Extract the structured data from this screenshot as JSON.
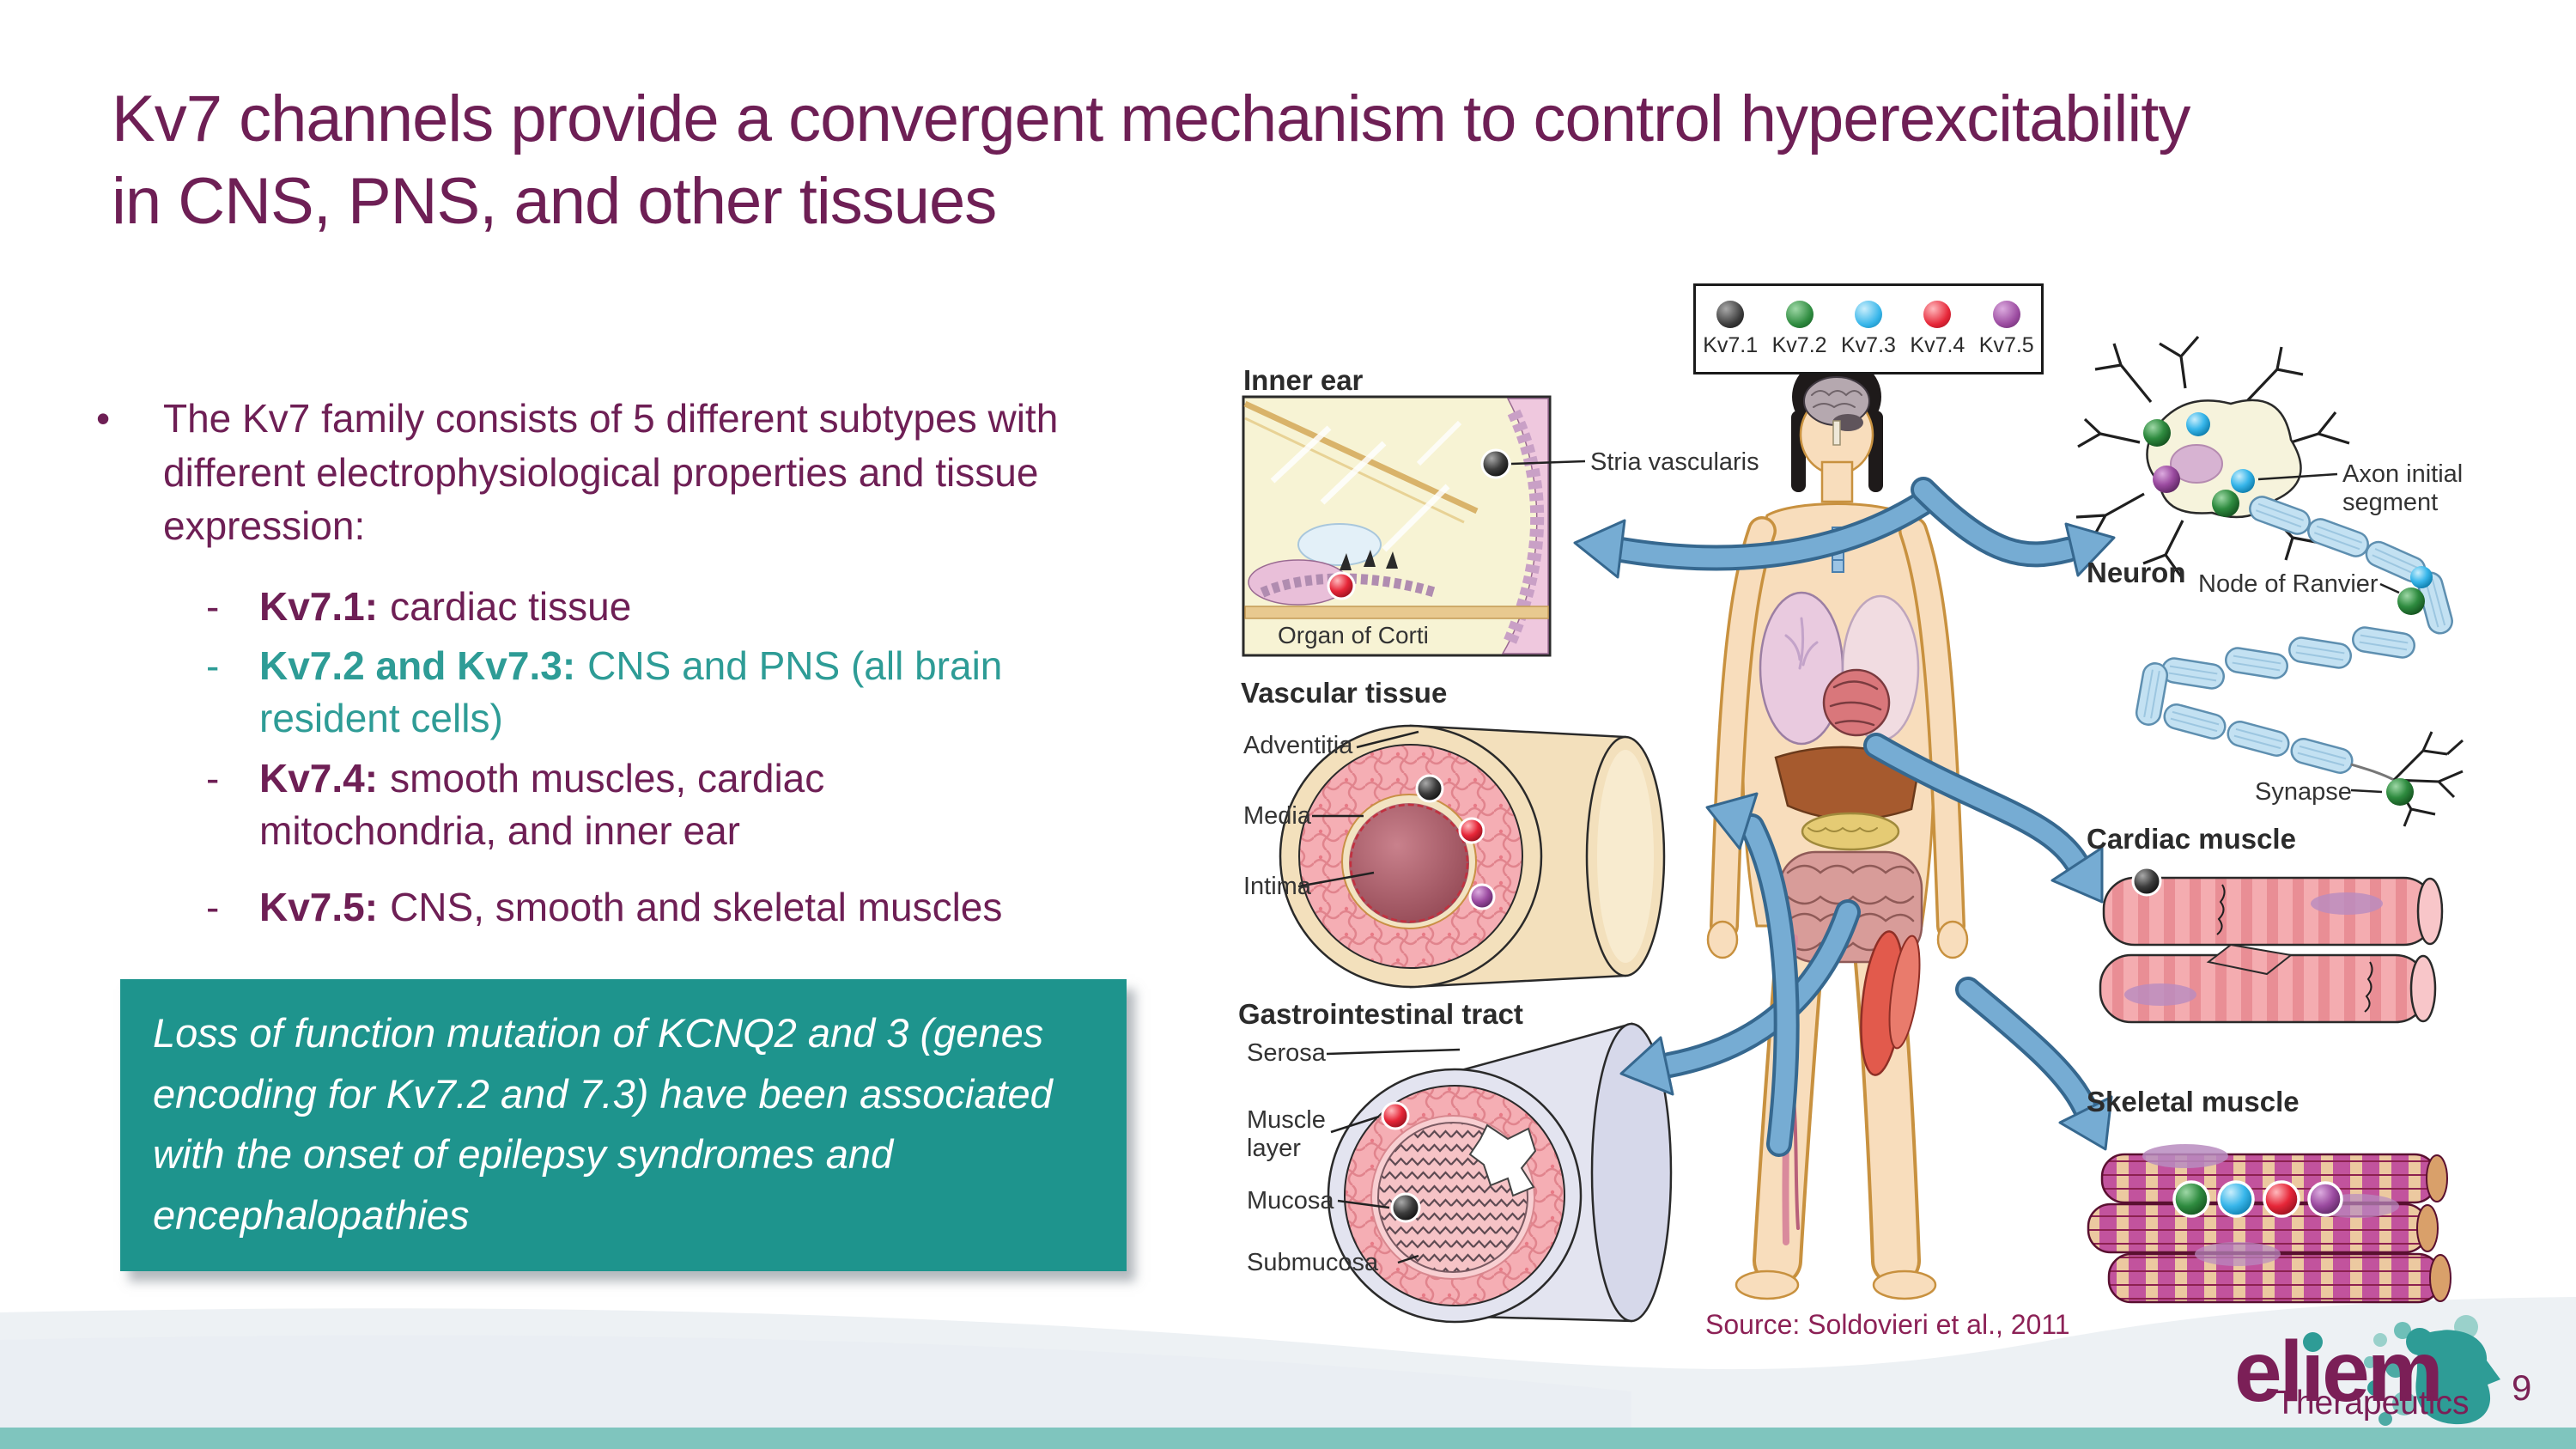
{
  "slide": {
    "title": "Kv7 channels provide a convergent mechanism to control hyperexcitability in CNS, PNS, and other tissues",
    "source": "Source: Soldovieri et al., 2011",
    "page_number": "9"
  },
  "bullets": {
    "marker": "•",
    "dash": "-",
    "intro": "The Kv7 family consists of 5 different subtypes with different electrophysiological properties and tissue expression:",
    "items": [
      {
        "label": "Kv7.1:",
        "text": "cardiac tissue"
      },
      {
        "label": "Kv7.2 and Kv7.3:",
        "text": "CNS and PNS (all brain resident cells)"
      },
      {
        "label": "Kv7.4:",
        "text": "smooth muscles, cardiac mitochondria, and inner ear"
      },
      {
        "label": "Kv7.5:",
        "text": "CNS, smooth and skeletal muscles"
      }
    ]
  },
  "callout": {
    "text": "Loss of function mutation of KCNQ2 and 3 (genes encoding for Kv7.2 and 7.3) have been associated with the onset of epilepsy syndromes and encephalopathies"
  },
  "legend": {
    "items": [
      {
        "label": "Kv7.1",
        "color": "#3C3C3C"
      },
      {
        "label": "Kv7.2",
        "color": "#2E8B3F"
      },
      {
        "label": "Kv7.3",
        "color": "#38B6EA"
      },
      {
        "label": "Kv7.4",
        "color": "#E62638"
      },
      {
        "label": "Kv7.5",
        "color": "#9B4BA0"
      }
    ]
  },
  "figure": {
    "inner_ear": {
      "title": "Inner ear",
      "stria": "Stria vascularis",
      "organ": "Organ of Corti"
    },
    "vascular": {
      "title": "Vascular tissue",
      "adventitia": "Adventitia",
      "media": "Media",
      "intima": "Intima"
    },
    "gi": {
      "title": "Gastrointestinal tract",
      "serosa": "Serosa",
      "muscle_layer": "Muscle layer",
      "mucosa": "Mucosa",
      "submucosa": "Submucosa"
    },
    "neuron": {
      "title": "Neuron",
      "axon_initial_segment": "Axon initial segment",
      "node_of_ranvier": "Node of Ranvier",
      "synapse": "Synapse"
    },
    "cardiac": {
      "title": "Cardiac muscle"
    },
    "skeletal": {
      "title": "Skeletal muscle"
    }
  },
  "logo": {
    "brand": "eliem",
    "subtitle": "Therapeutics"
  },
  "colors": {
    "title_maroon": "#6E1F55",
    "teal_text": "#2E9C96",
    "callout_bg": "#1E948D",
    "arrow_blue": "#76ACD3",
    "footer_band": "#EDF1F4",
    "footer_strip": "#7FC5BE",
    "logo_maroon": "#7B1F57"
  }
}
